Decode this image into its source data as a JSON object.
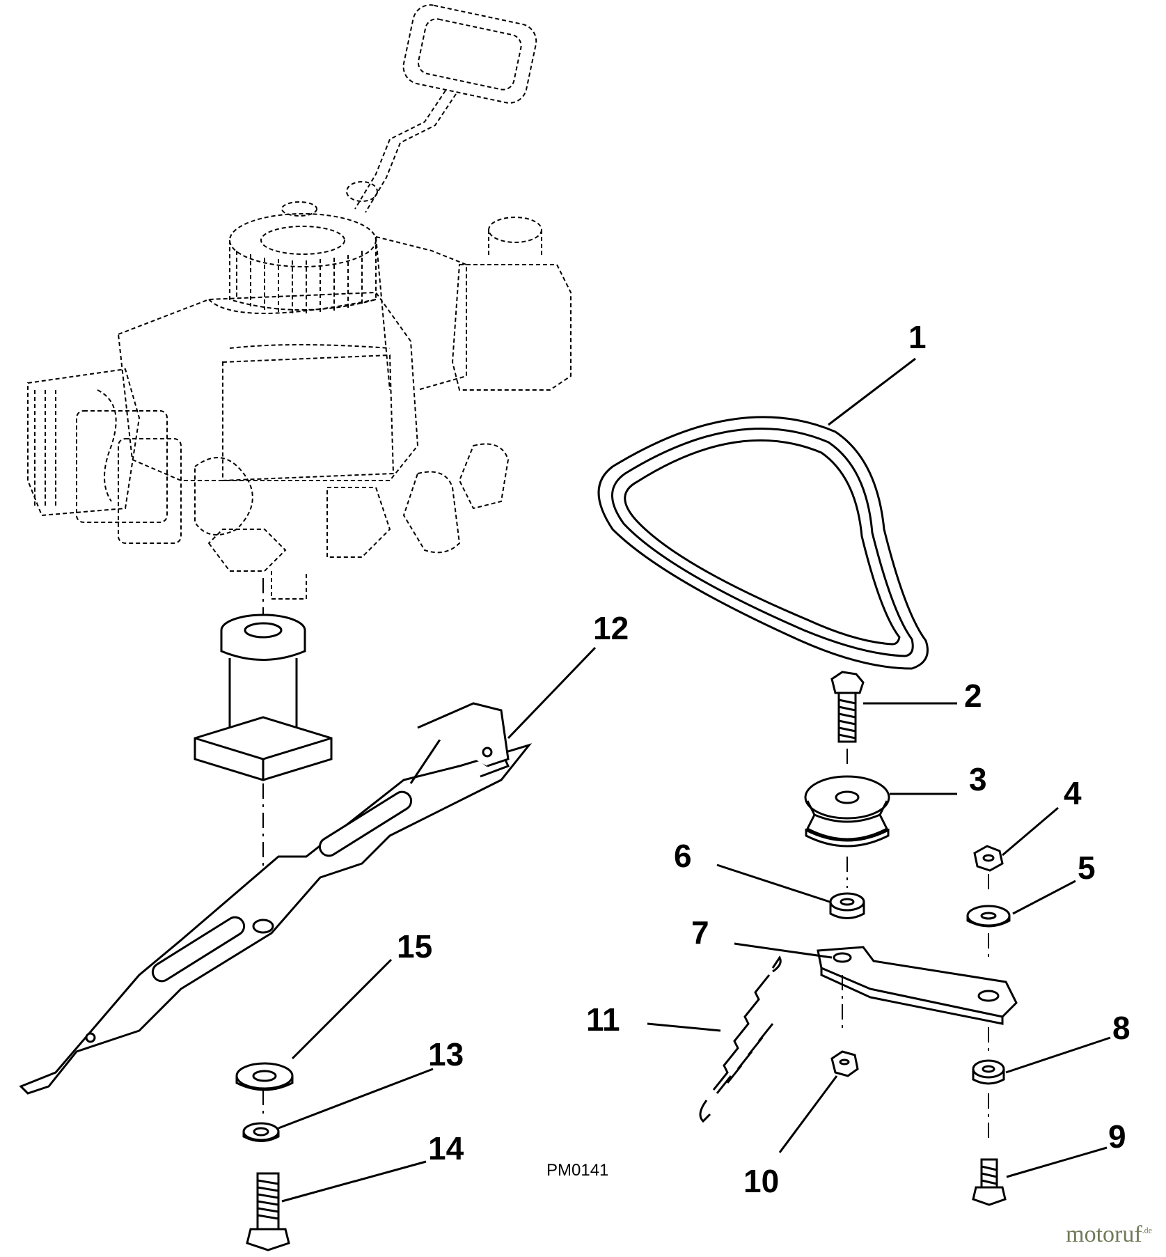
{
  "diagram": {
    "drawing_code": "PM0141",
    "watermark": {
      "name": "motoruf",
      "suffix": ".de"
    },
    "callouts": [
      {
        "id": "1",
        "label": "1"
      },
      {
        "id": "2",
        "label": "2"
      },
      {
        "id": "3",
        "label": "3"
      },
      {
        "id": "4",
        "label": "4"
      },
      {
        "id": "5",
        "label": "5"
      },
      {
        "id": "6",
        "label": "6"
      },
      {
        "id": "7",
        "label": "7"
      },
      {
        "id": "8",
        "label": "8"
      },
      {
        "id": "9",
        "label": "9"
      },
      {
        "id": "10",
        "label": "10"
      },
      {
        "id": "11",
        "label": "11"
      },
      {
        "id": "12",
        "label": "12"
      },
      {
        "id": "13",
        "label": "13"
      },
      {
        "id": "14",
        "label": "14"
      },
      {
        "id": "15",
        "label": "15"
      }
    ],
    "colors": {
      "line": "#000000",
      "background": "#ffffff",
      "watermark": "#6f7a58"
    }
  }
}
